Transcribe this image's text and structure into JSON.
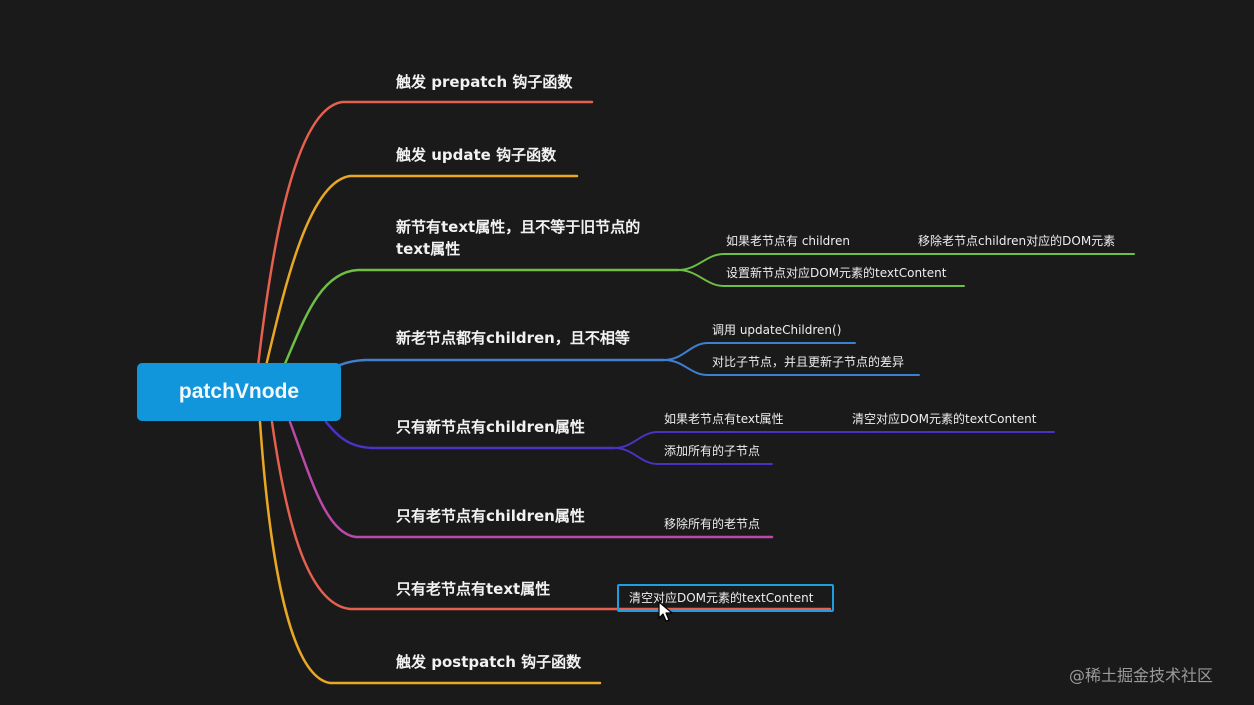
{
  "root": {
    "label": "patchVnode"
  },
  "colors": {
    "root_fill": "#1296db",
    "selection": "#1e9de2",
    "branch_1": "#e5604f",
    "branch_2": "#e9a823",
    "branch_3": "#6fbf44",
    "branch_4": "#3f7fd0",
    "branch_5": "#4b32c4",
    "branch_6": "#b94aa8",
    "branch_7": "#e5604f",
    "branch_8": "#e9a823"
  },
  "branches": [
    {
      "label": "触发 prepatch 钩子函数",
      "children": []
    },
    {
      "label": "触发 update 钩子函数",
      "children": []
    },
    {
      "label_lines": [
        "新节有text属性，且不等于旧节点的",
        "text属性"
      ],
      "children": [
        {
          "label": "如果老节点有 children",
          "child": "移除老节点children对应的DOM元素"
        },
        {
          "label": "设置新节点对应DOM元素的textContent"
        }
      ]
    },
    {
      "label": "新老节点都有children，且不相等",
      "children": [
        {
          "label": "调用 updateChildren()"
        },
        {
          "label": "对比子节点，并且更新子节点的差异"
        }
      ]
    },
    {
      "label": "只有新节点有children属性",
      "children": [
        {
          "label": "如果老节点有text属性",
          "child": "清空对应DOM元素的textContent"
        },
        {
          "label": "添加所有的子节点"
        }
      ]
    },
    {
      "label": "只有老节点有children属性",
      "children": [
        {
          "label": "移除所有的老节点"
        }
      ]
    },
    {
      "label": "只有老节点有text属性",
      "children": [
        {
          "label": "清空对应DOM元素的textContent",
          "selected": true
        }
      ]
    },
    {
      "label": "触发 postpatch 钩子函数",
      "children": []
    }
  ],
  "watermark": "@稀土掘金技术社区"
}
